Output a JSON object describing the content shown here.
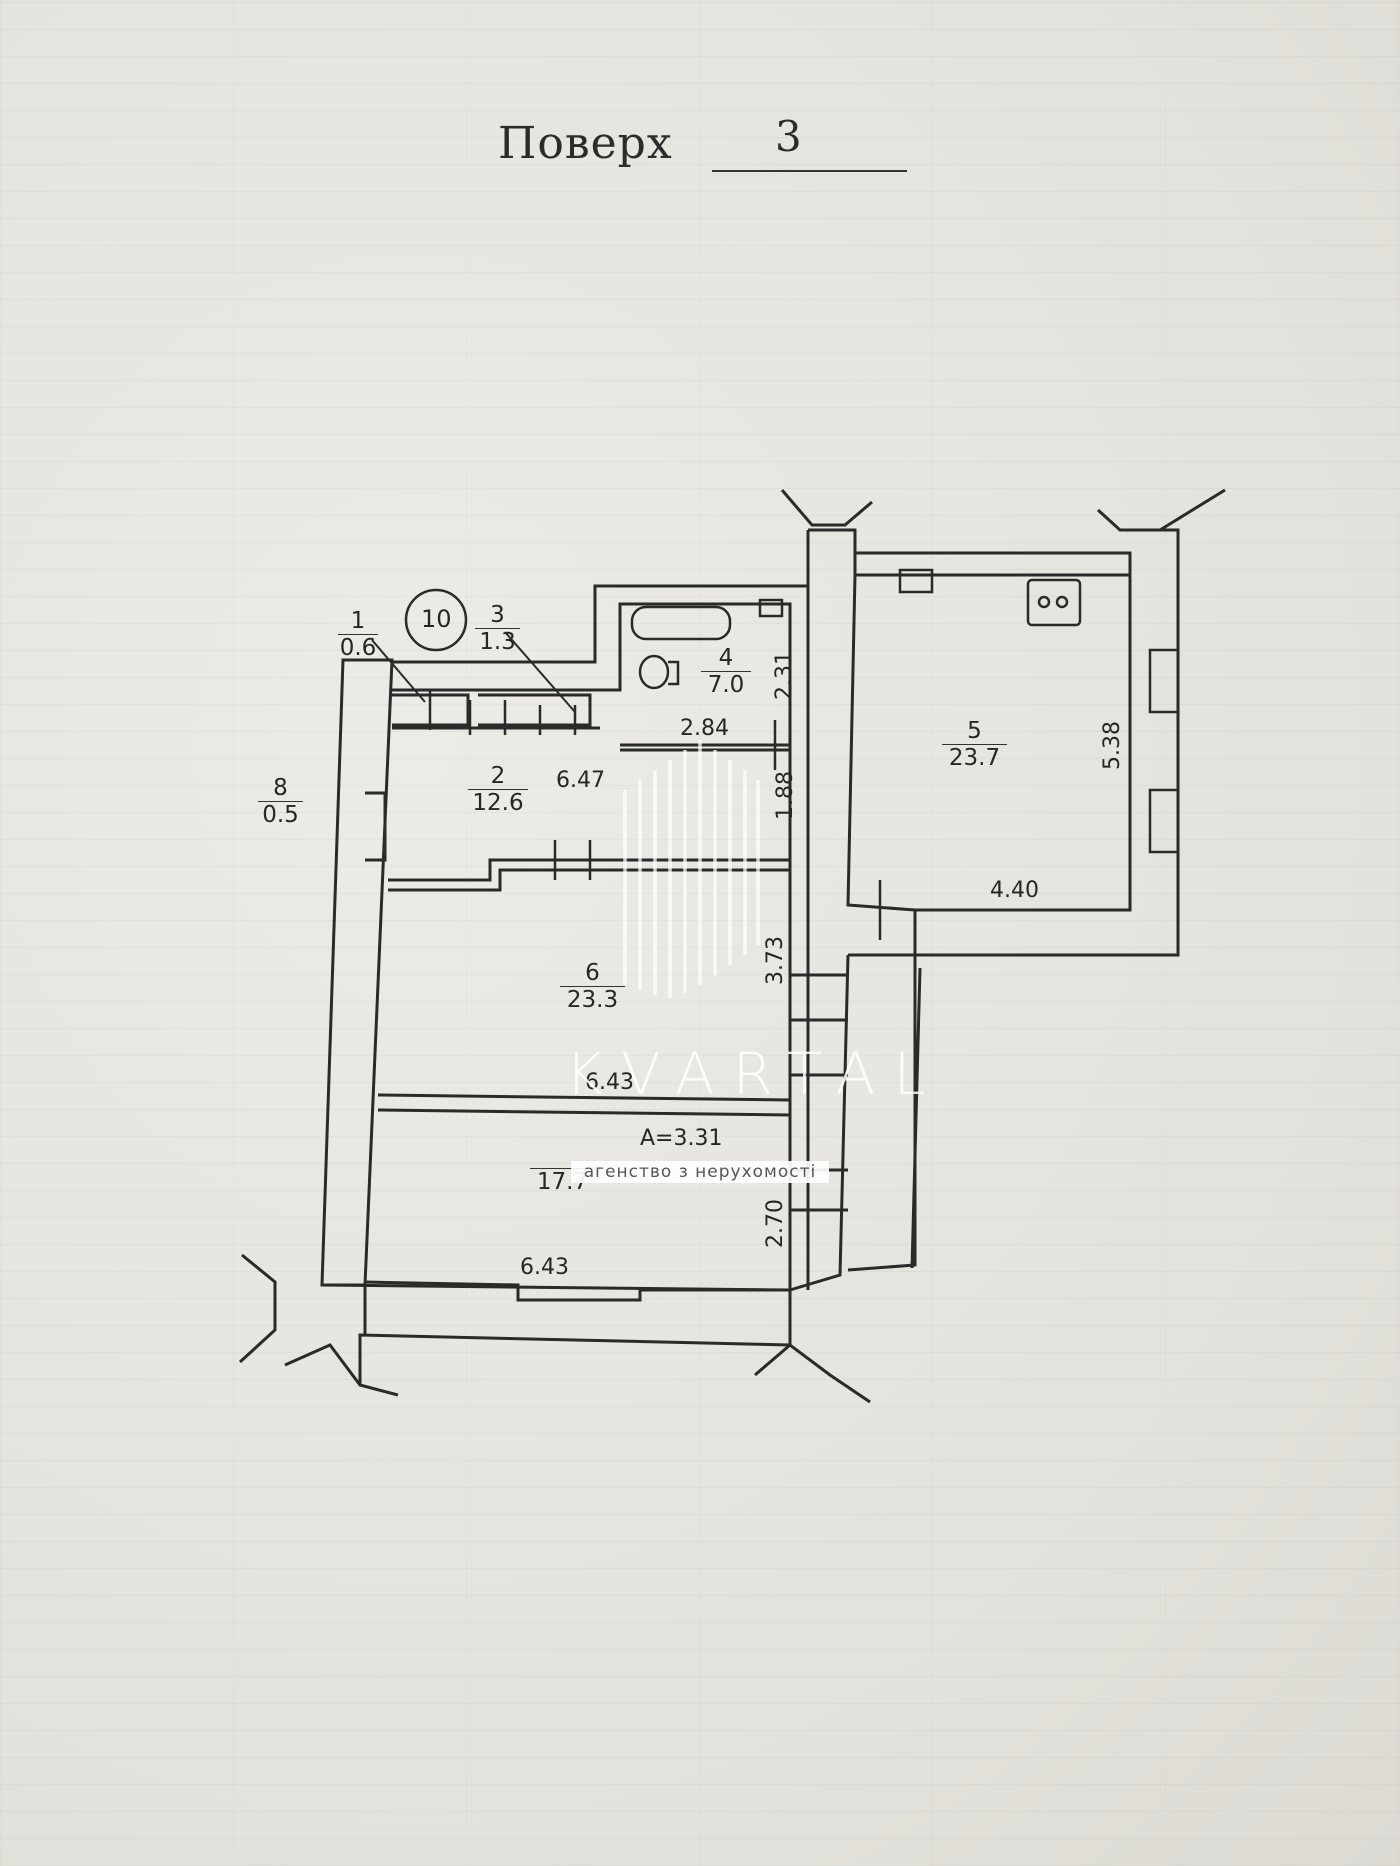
{
  "header": {
    "floor_label": "Поверх",
    "floor_number": "3"
  },
  "room_marker": "10",
  "rooms": [
    {
      "id": "room-1",
      "number": "1",
      "area": "0.6"
    },
    {
      "id": "room-2",
      "number": "2",
      "area": "12.6"
    },
    {
      "id": "room-3",
      "number": "3",
      "area": "1.3"
    },
    {
      "id": "room-4",
      "number": "4",
      "area": "7.0"
    },
    {
      "id": "room-5",
      "number": "5",
      "area": "23.7"
    },
    {
      "id": "room-6",
      "number": "6",
      "area": "23.3"
    },
    {
      "id": "room-7",
      "number": "",
      "area": "17.7"
    },
    {
      "id": "room-8",
      "number": "8",
      "area": "0.5"
    }
  ],
  "dimensions": {
    "d_647": "6.47",
    "d_231": "2.31",
    "d_284": "2.84",
    "d_188": "1.88",
    "d_538": "5.38",
    "d_440": "4.40",
    "d_373": "3.73",
    "d_643_mid": "6.43",
    "d_331": "А=3.31",
    "d_270": "2.70",
    "d_643_bottom": "6.43"
  },
  "watermark": {
    "name": "KVARTAL",
    "tagline": "агенство з нерухомості"
  }
}
